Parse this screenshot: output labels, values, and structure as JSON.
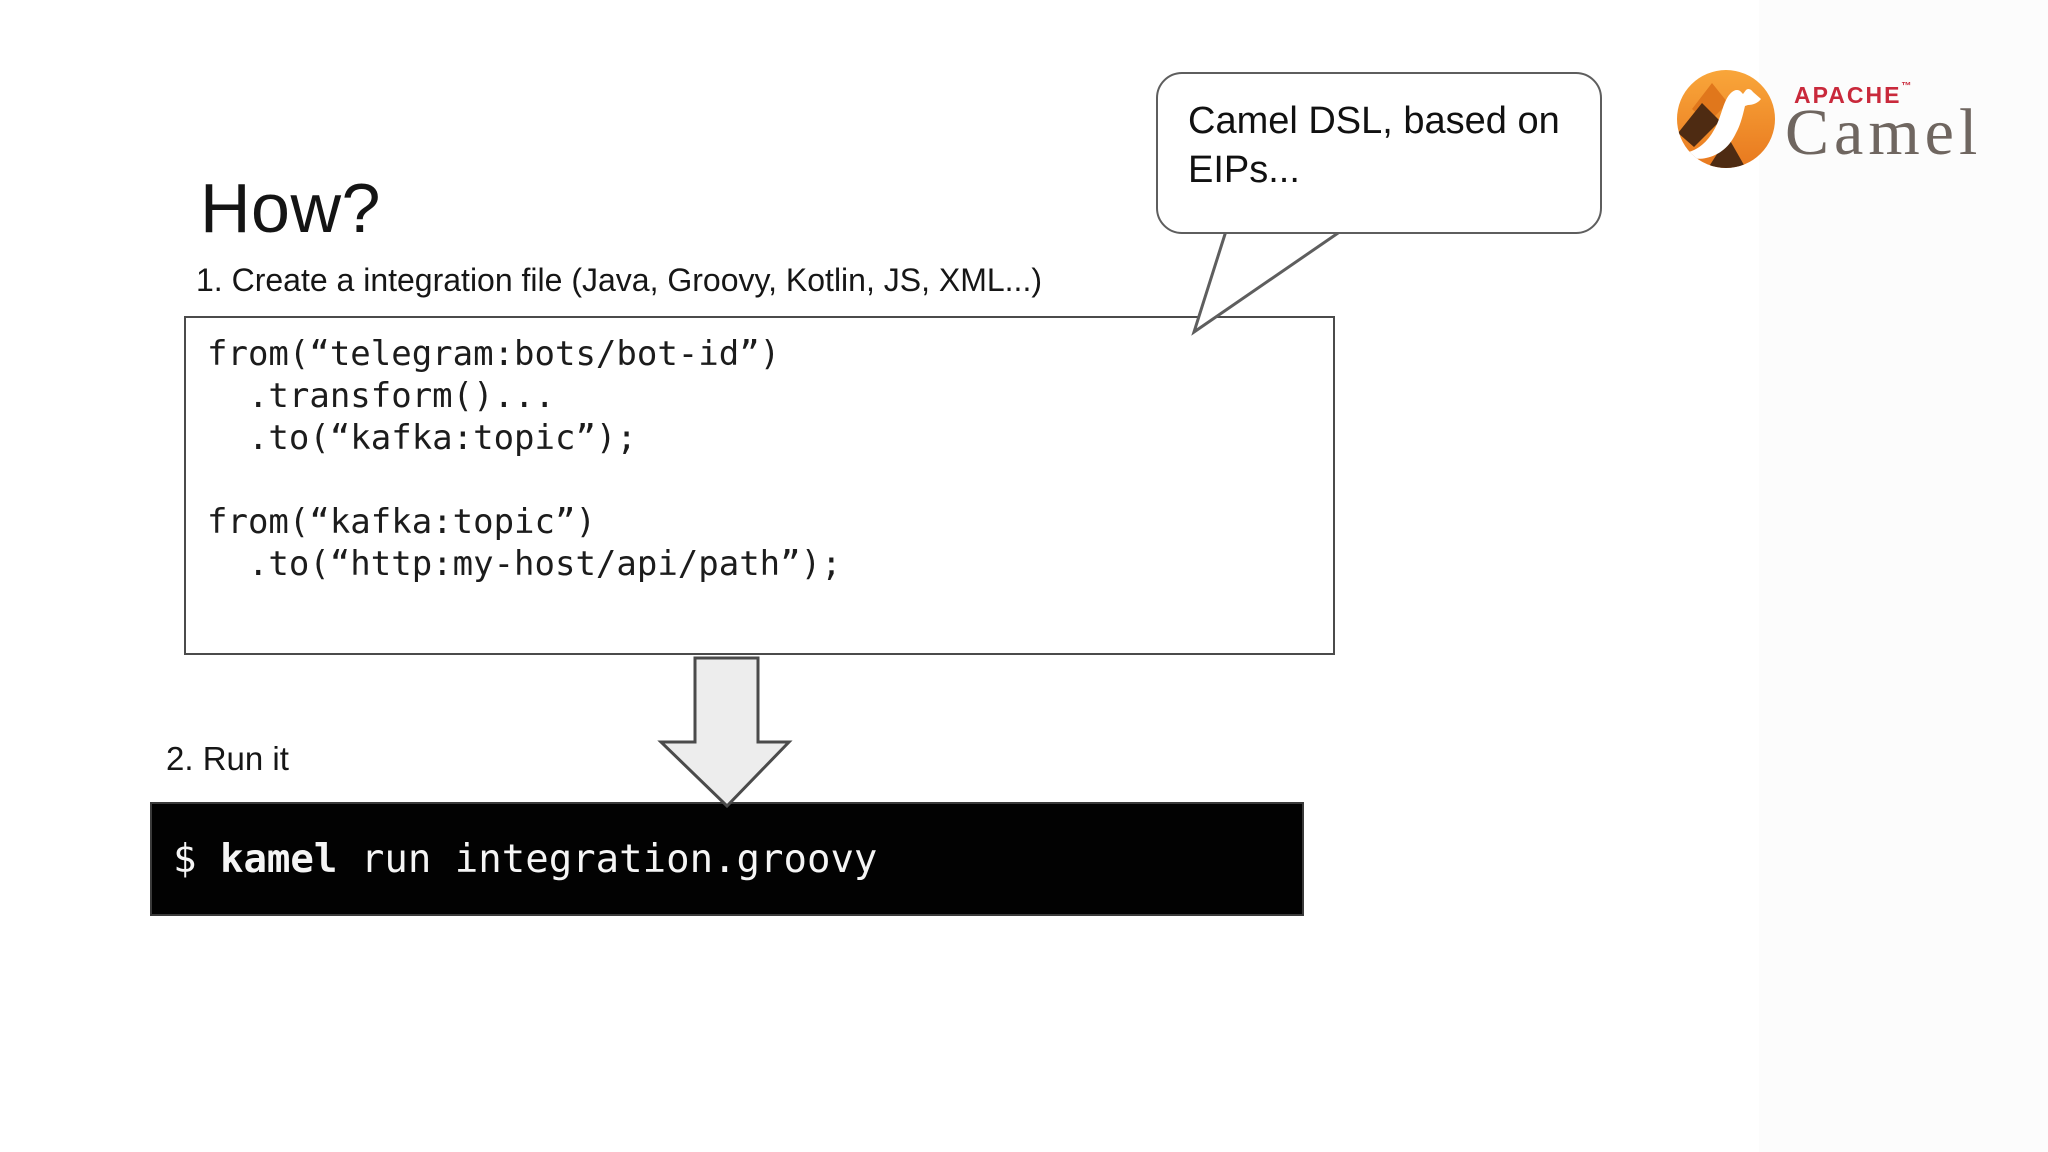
{
  "slide": {
    "title": "How?",
    "logo": {
      "apache_label": "APACHE",
      "trademark": "™",
      "camel_label": "Camel",
      "apache_red": "#c9293b",
      "camel_gray": "#6f6660",
      "icon_orange": "#f09022",
      "icon_dark_orange": "#e0771c",
      "icon_brown": "#4e2b12"
    },
    "callout": {
      "line1": "Camel DSL, based on",
      "line2": "EIPs..."
    },
    "steps": [
      {
        "label": "1. Create a integration file (Java, Groovy, Kotlin, JS, XML...)"
      },
      {
        "label": "2. Run it"
      }
    ],
    "code": "from(“telegram:bots/bot-id”)\n  .transform()...\n  .to(“kafka:topic”);\n\nfrom(“kafka:topic”)\n  .to(“http:my-host/api/path”);",
    "terminal": {
      "prompt": "$ ",
      "command_bold": "kamel",
      "command_rest": " run integration.groovy"
    },
    "colors": {
      "background": "#ffffff",
      "code_border": "#4b4b4b",
      "bubble_border": "#5e5e5e",
      "terminal_bg": "#000000",
      "terminal_text": "#f5f5f5",
      "arrow_fill": "#ededed",
      "arrow_stroke": "#4b4b4b"
    }
  }
}
